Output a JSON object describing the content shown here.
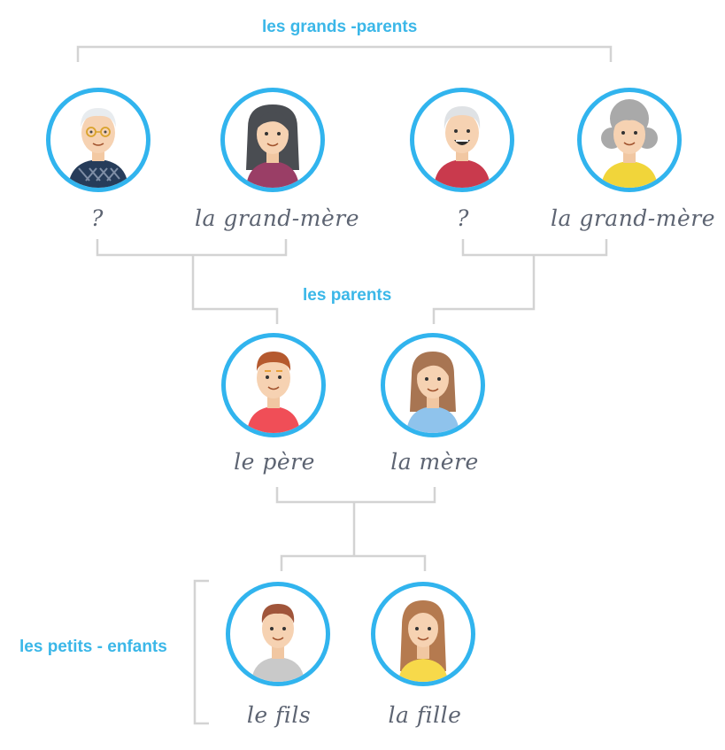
{
  "labels": {
    "grandparents": "les grands -parents",
    "parents": "les parents",
    "grandchildren": "les petits - enfants"
  },
  "people": {
    "gp1_name": "?",
    "gm1_name": "la grand-mère",
    "gp2_name": "?",
    "gm2_name": "la grand-mère",
    "father_name": "le père",
    "mother_name": "la mère",
    "son_name": "le fils",
    "daughter_name": "la fille"
  },
  "colors": {
    "accent": "#31b4ee",
    "label": "#3bb7e8",
    "connector": "#d3d3d3",
    "text": "#5d6472"
  }
}
